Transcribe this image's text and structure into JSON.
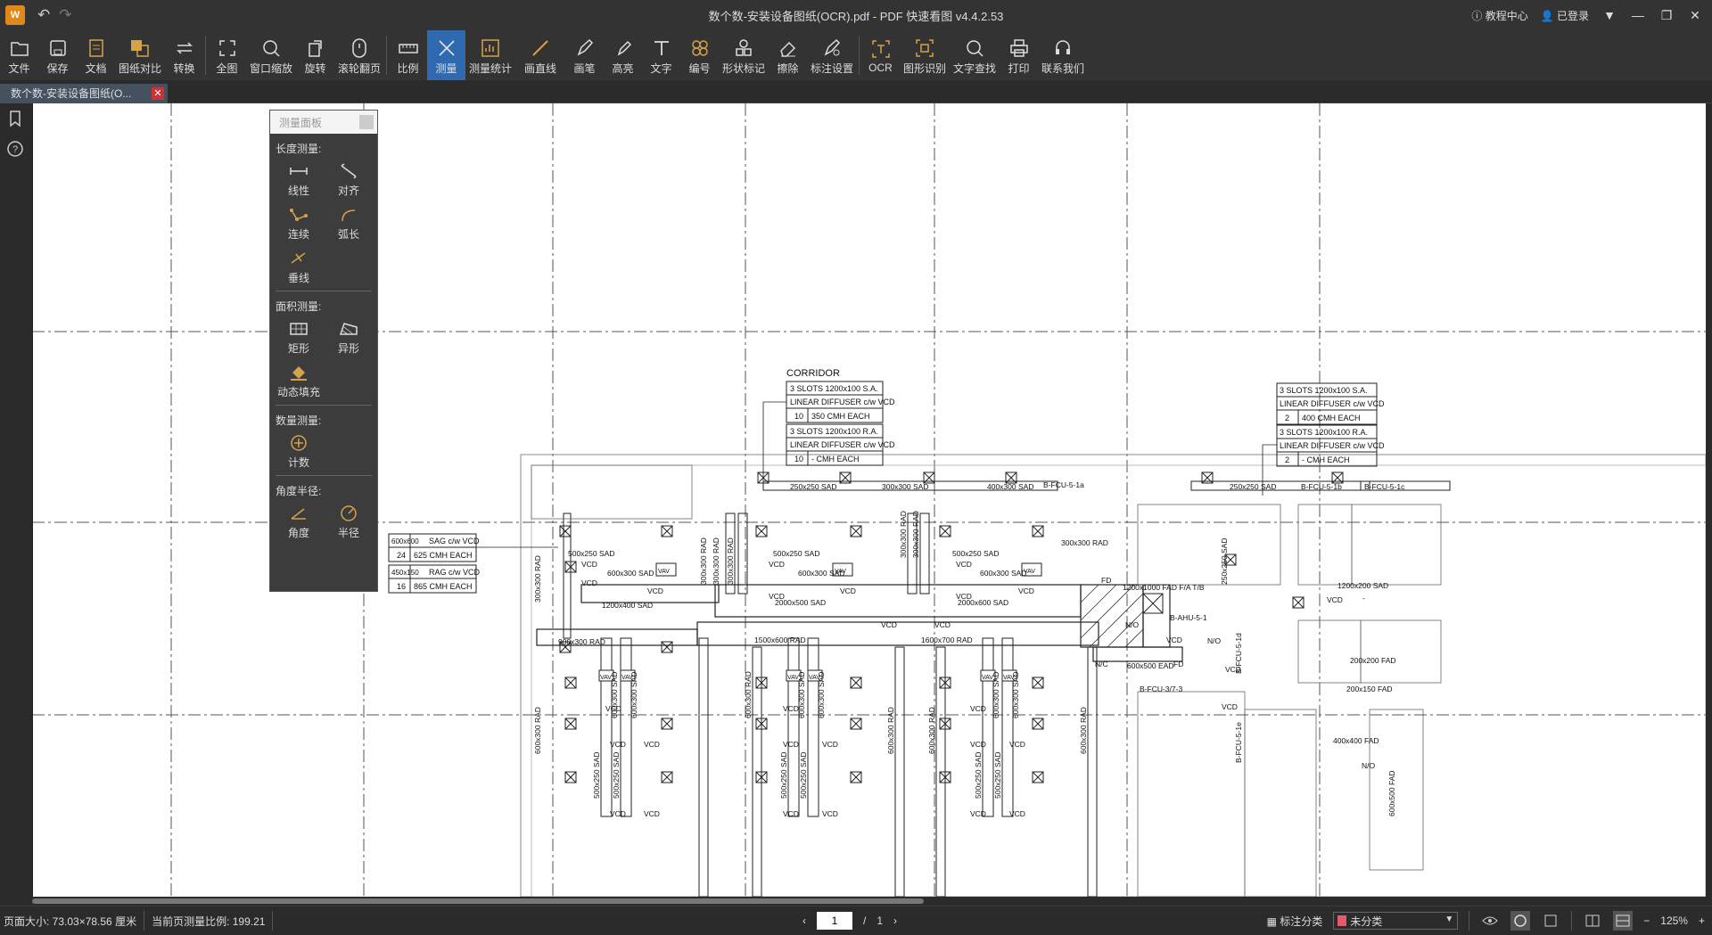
{
  "titlebar": {
    "title": "数个数-安装设备图纸(OCR).pdf - PDF 快速看图 v4.4.2.53",
    "tutorial": "教程中心",
    "login": "已登录"
  },
  "toolbar": {
    "items": [
      "文件",
      "保存",
      "文档",
      "图纸对比",
      "转换",
      "全图",
      "窗口缩放",
      "旋转",
      "滚轮翻页",
      "比例",
      "测量",
      "测量统计",
      "画直线",
      "画笔",
      "高亮",
      "文字",
      "编号",
      "形状标记",
      "擦除",
      "标注设置",
      "OCR",
      "图形识别",
      "文字查找",
      "打印",
      "联系我们"
    ]
  },
  "tab": {
    "label": "数个数-安装设备图纸(O...",
    "close": "✕"
  },
  "panel": {
    "title": "测量面板",
    "length_title": "长度测量:",
    "length_items": [
      "线性",
      "对齐",
      "连续",
      "弧长",
      "垂线"
    ],
    "area_title": "面积测量:",
    "area_items": [
      "矩形",
      "异形",
      "动态填充"
    ],
    "count_title": "数量测量:",
    "count_items": [
      "计数"
    ],
    "angle_title": "角度半径:",
    "angle_items": [
      "角度",
      "半径"
    ]
  },
  "drawing": {
    "corridor": "CORRIDOR",
    "box1": [
      "3 SLOTS 1200x100 S.A.",
      "LINEAR DIFFUSER c/w VCD",
      "10",
      "350 CMH EACH"
    ],
    "box2": [
      "3 SLOTS 1200x100 R.A.",
      "LINEAR DIFFUSER c/w VCD",
      "10",
      "- CMH EACH"
    ],
    "box3": [
      "3 SLOTS 1200x100 S.A.",
      "LINEAR DIFFUSER c/w VCD",
      "2",
      "400 CMH EACH"
    ],
    "box4": [
      "3 SLOTS 1200x100 R.A.",
      "LINEAR DIFFUSER c/w VCD",
      "2",
      "- CMH EACH"
    ],
    "box5": [
      "600x600",
      "SAG c/w VCD",
      "24",
      "625 CMH EACH"
    ],
    "box6": [
      "450x150",
      "RAG c/w VCD",
      "16",
      "865 CMH EACH"
    ],
    "duct_labels": [
      "250x250 SAD",
      "300x300 SAD",
      "400x300 SAD",
      "B-FCU-5-1a",
      "250x250 SAD",
      "B-FCU-5-1b",
      "B-FCU-5-1c",
      "500x250 SAD",
      "600x300 SAD",
      "500x250 SAD",
      "600x300 SAD",
      "500x250 SAD",
      "600x300 SAD",
      "300x300 RAD",
      "1200x400 SAD",
      "2000x500 SAD",
      "2000x600 SAD",
      "1200x1000 FAD F/A T/B",
      "B-AHU-5-1",
      "900x300 RAD",
      "1500x600 RAD",
      "1600x700 RAD",
      "600x500 EAD",
      "B-FCU-3/7-3",
      "1200x200 SAD",
      "200x200 FAD",
      "200x150 FAD",
      "400x400 FAD",
      "VCD",
      "VAV",
      "FD",
      "N/O",
      "N/C"
    ]
  },
  "status": {
    "page_size": "页面大小: 73.03×78.56 厘米",
    "scale": "当前页测量比例: 199.21",
    "page_current": "1",
    "page_sep": "/",
    "page_total": "1",
    "category_label": "标注分类",
    "category_value": "未分类",
    "zoom": "125%"
  },
  "colors": {
    "accent": "#2f6ab0",
    "icon_gold": "#d4a24a",
    "dark_bg": "#2b2b2b"
  }
}
